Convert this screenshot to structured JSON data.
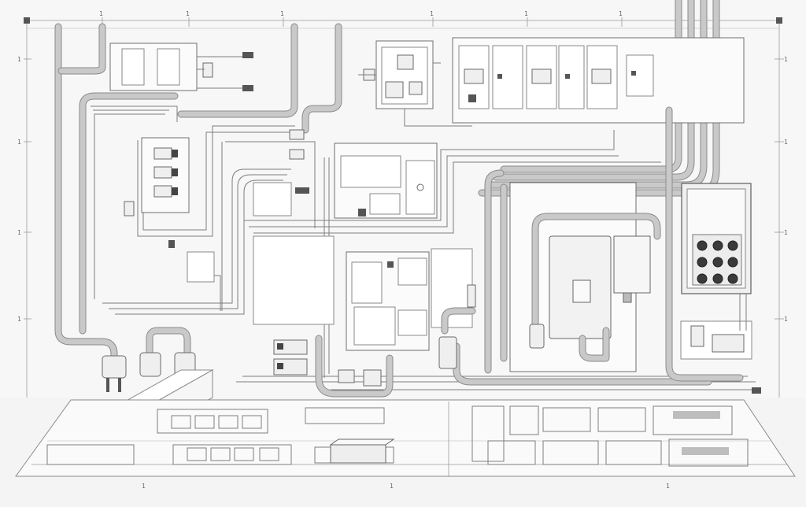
{
  "title": "",
  "colors": {
    "paper": "#f4f4f4",
    "line": "#6f6f6f",
    "pipe": "#c9c9c9",
    "dark": "#3a3a3a"
  },
  "dimension_labels": {
    "top": [
      "1",
      "1",
      "1",
      "1",
      "1",
      "1"
    ],
    "left": [
      "1",
      "1",
      "1",
      "1"
    ],
    "right": [
      "1",
      "1",
      "1",
      "1"
    ],
    "bottom": [
      "1",
      "1",
      "1"
    ]
  },
  "diagram": {
    "components": [
      {
        "id": "top-left-panel",
        "label": ""
      },
      {
        "id": "center-top-control",
        "label": ""
      },
      {
        "id": "breaker-row",
        "label": ""
      },
      {
        "id": "main-distribution-box",
        "label": ""
      },
      {
        "id": "pump-unit",
        "label": ""
      },
      {
        "id": "control-cabinet",
        "label": ""
      },
      {
        "id": "floor-plan-sheet",
        "label": ""
      }
    ]
  }
}
